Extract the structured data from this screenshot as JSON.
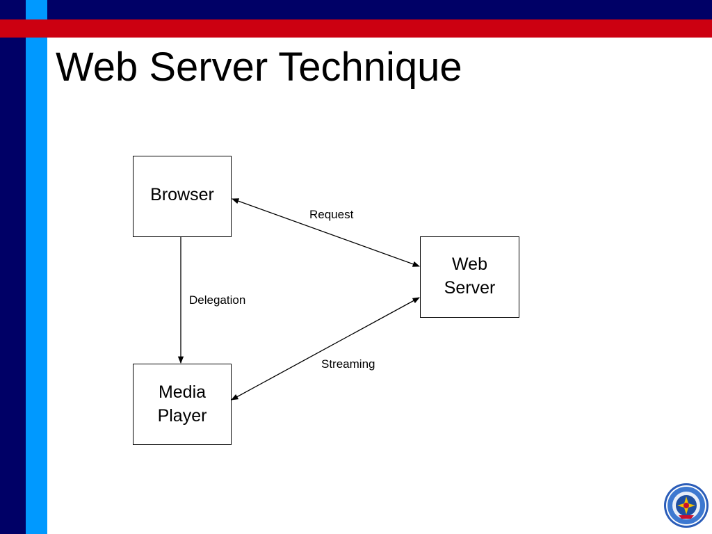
{
  "slide": {
    "title": "Web Server Technique"
  },
  "colors": {
    "navy": "#000066",
    "red": "#cc0011",
    "light_blue": "#0099ff"
  },
  "diagram": {
    "nodes": {
      "browser": "Browser",
      "web_server": "Web\nServer",
      "media_player": "Media\nPlayer"
    },
    "edges": {
      "request": "Request",
      "delegation": "Delegation",
      "streaming": "Streaming"
    }
  },
  "logo": {
    "icon": "university-seal-icon"
  }
}
